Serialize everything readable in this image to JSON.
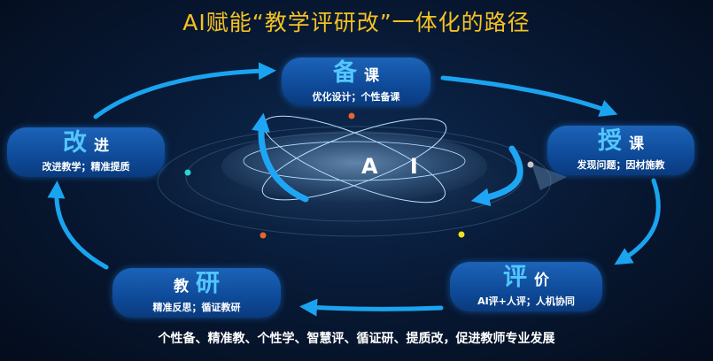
{
  "title": "AI赋能“教学评研改”一体化的路径",
  "center_label": "A I",
  "nodes": {
    "prepare": {
      "main": "备",
      "minor": "课",
      "sub": "优化设计；个性备课"
    },
    "teach": {
      "main": "授",
      "minor": "课",
      "sub": "发现问题；因材施教"
    },
    "evaluate": {
      "main": "评",
      "minor": "价",
      "sub": "AI评+人评；人机协同"
    },
    "research": {
      "minor": "教",
      "main": "研",
      "sub": "精准反思；循证教研"
    },
    "improve": {
      "main": "改",
      "minor": "进",
      "sub": "改进教学；精准提质"
    }
  },
  "footer": "个性备、精准教、个性学、智慧评、循证研、提质改，促进教师专业发展",
  "colors": {
    "title": "#f4c222",
    "accent": "#52c7ff",
    "node_fill": "#1558aa",
    "arrow": "#1aa4f0",
    "background": "#081a36"
  }
}
